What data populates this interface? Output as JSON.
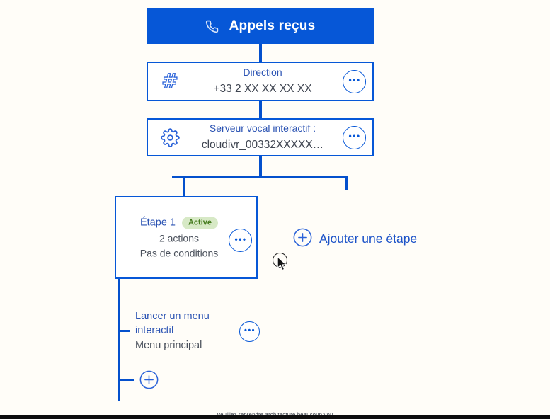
{
  "colors": {
    "primary": "#0657d7",
    "line": "#0450cd",
    "label_blue": "#2b53b3",
    "value_gray": "#3f4551",
    "muted_gray": "#4a505b",
    "action_blue": "#1d53c8",
    "badge_bg": "#d7e9c6",
    "badge_text": "#447a1d",
    "canvas_bg": "#fffdf8",
    "bar_black": "#0d0d0d",
    "icon_blue": "#2b63d9",
    "header_text": "#ffffff"
  },
  "flow": {
    "header": {
      "title": "Appels reçus",
      "icon": "phone-icon"
    },
    "direction": {
      "label": "Direction",
      "value": "+33 2 XX XX XX XX",
      "icon": "hash-icon"
    },
    "ivr": {
      "label": "Serveur vocal interactif :",
      "value": "cloudivr_00332XXXXX…",
      "icon": "gear-icon"
    },
    "step": {
      "title": "Étape 1",
      "badge": "Active",
      "actions": "2 actions",
      "conditions": "Pas de conditions"
    },
    "add_step": {
      "label": "Ajouter une étape",
      "icon": "plus-icon"
    },
    "menu_action": {
      "label": "Lancer un menu interactif",
      "value": "Menu principal"
    }
  },
  "controls": {
    "ellipsis": "•••"
  },
  "cursor": {
    "type": "arrow-with-click-ring"
  },
  "bottom_bar": {
    "caption_fragment": "Veuillez reprendre architecture beaucoup vou"
  }
}
